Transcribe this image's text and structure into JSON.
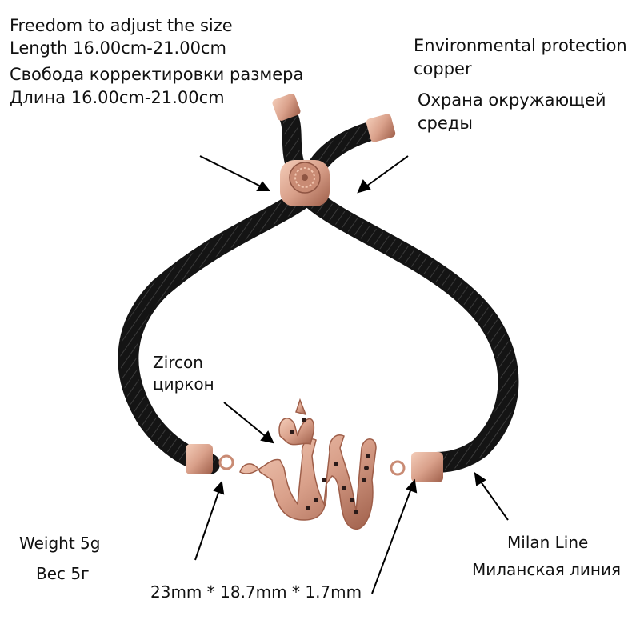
{
  "size_info": {
    "en_title": "Freedom to adjust the size",
    "en_length": "Length 16.00cm-21.00cm",
    "ru_title": "Свобода корректировки размера",
    "ru_length": "Длина 16.00cm-21.00cm"
  },
  "material": {
    "en_line1": "Environmental protection",
    "en_line2": "copper",
    "ru_line1": "Охрана окружающей",
    "ru_line2": "среды"
  },
  "stone": {
    "en": "Zircon",
    "ru": "циркон"
  },
  "weight": {
    "en": "Weight 5g",
    "ru": "Вес 5г"
  },
  "dimensions": "23mm * 18.7mm * 1.7mm",
  "cord": {
    "en": "Milan Line",
    "ru": "Миланская линия"
  },
  "colors": {
    "rose_gold": "#d9a08a",
    "rose_gold_dark": "#b06e58",
    "cord": "#141414",
    "text": "#111111"
  }
}
